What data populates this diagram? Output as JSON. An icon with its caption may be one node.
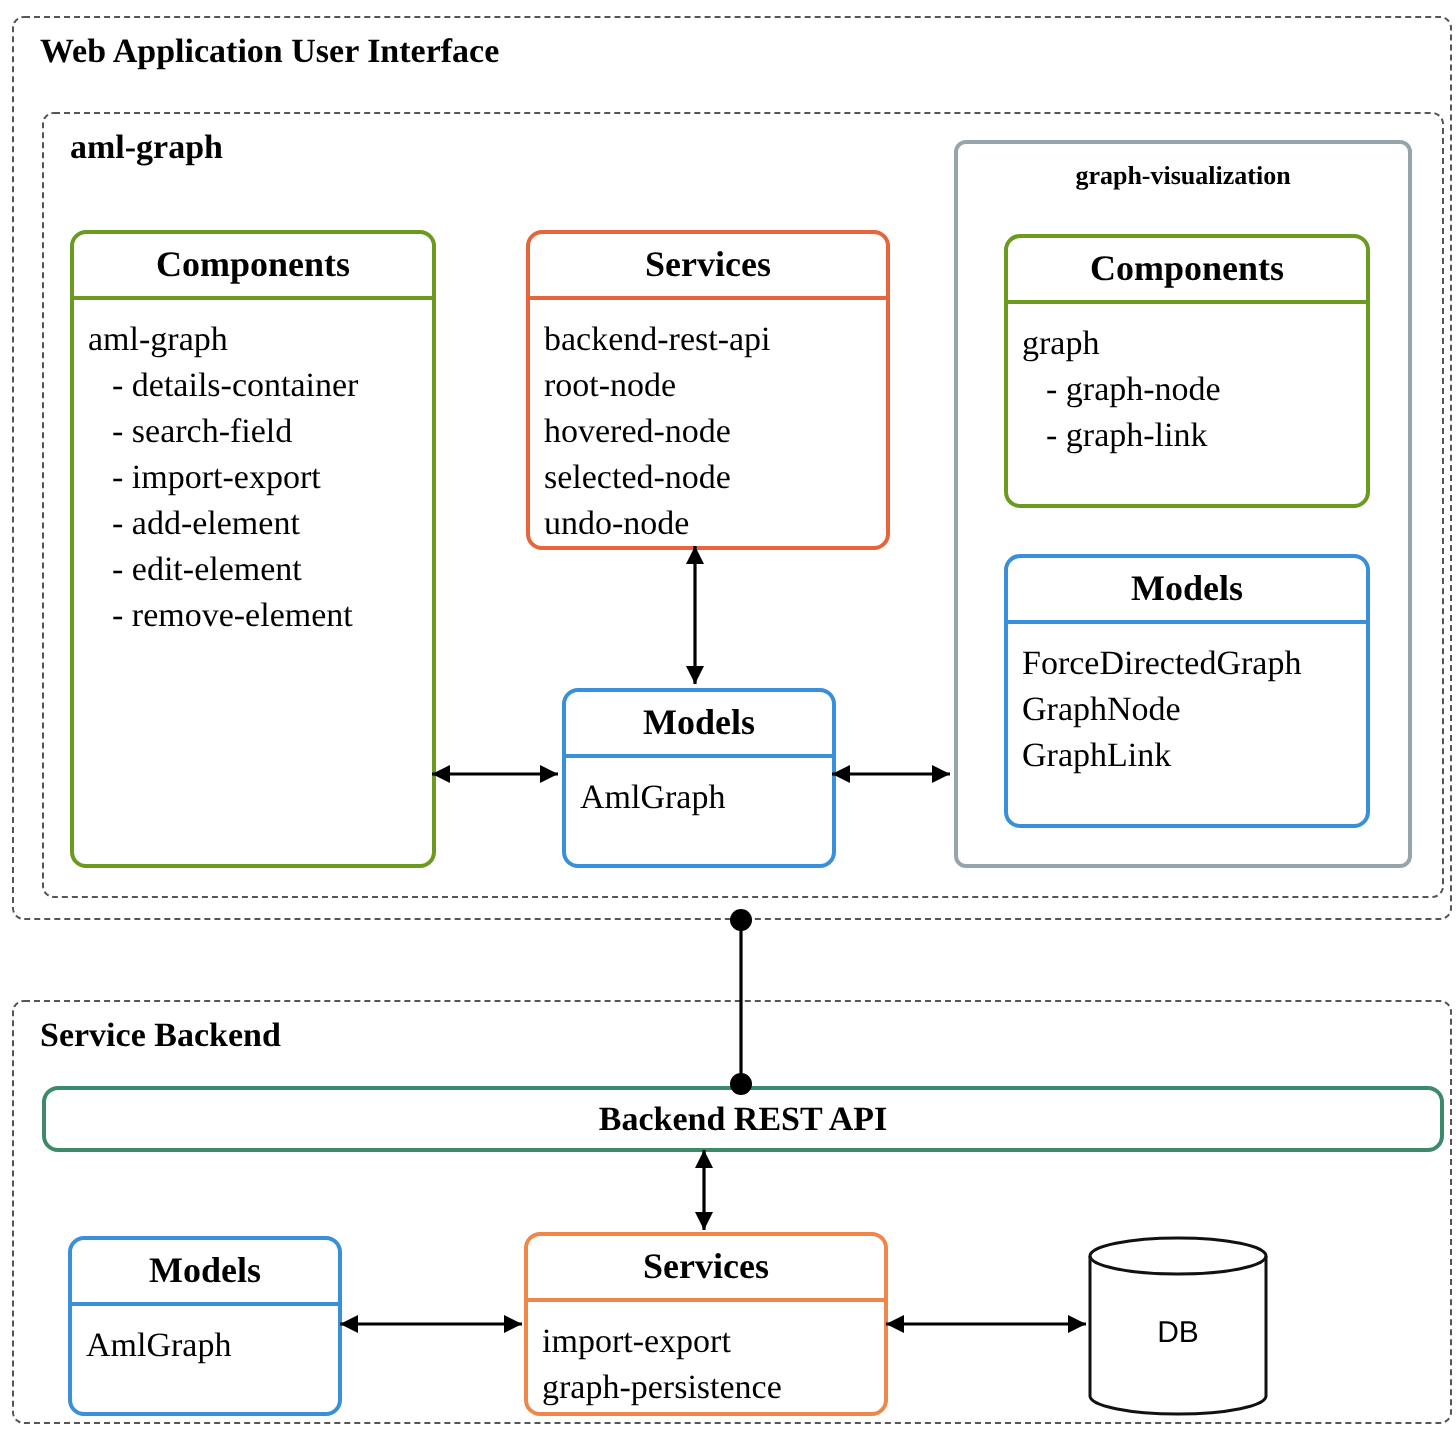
{
  "diagram": {
    "nodes": [
      {
        "text": [
          "Web Application User Interface"
        ]
      },
      {
        "text": [
          "aml-graph"
        ],
        "in": 0
      },
      {
        "text": [
          "Components",
          "aml-graph",
          "- details-container",
          "- search-field",
          "- import-export",
          "- add-element",
          "- edit-element",
          "- remove-element"
        ],
        "in": 1
      },
      {
        "text": [
          "Services",
          "backend-rest-api",
          "root-node",
          "hovered-node",
          "selected-node",
          "undo-node"
        ],
        "in": 1
      },
      {
        "text": [
          "Models",
          "AmlGraph"
        ],
        "in": 1
      },
      {
        "text": [
          "graph-visualization"
        ],
        "in": 1
      },
      {
        "text": [
          "Components",
          "graph",
          "- graph-node",
          "- graph-link"
        ],
        "in": 5
      },
      {
        "text": [
          "Models",
          "ForceDirectedGraph",
          "GraphNode",
          "GraphLink"
        ],
        "in": 5
      },
      {
        "text": [
          "Service Backend"
        ]
      },
      {
        "text": [
          "Backend REST API"
        ],
        "in": 8
      },
      {
        "text": [
          "Models",
          "AmlGraph"
        ],
        "in": 8
      },
      {
        "text": [
          "Services",
          "import-export",
          "graph-persistence"
        ],
        "in": 8
      },
      {
        "text": [
          "DB"
        ],
        "in": 8
      }
    ],
    "edges": [
      {
        "from": 3,
        "to": 4,
        "arrow": "both"
      },
      {
        "from": 2,
        "to": 4,
        "arrow": "both"
      },
      {
        "from": 4,
        "to": 5,
        "arrow": "both"
      },
      {
        "from": 0,
        "to": 9,
        "arrow": "other"
      },
      {
        "from": 9,
        "to": 11,
        "arrow": "both"
      },
      {
        "from": 10,
        "to": 11,
        "arrow": "both"
      },
      {
        "from": 11,
        "to": 12,
        "arrow": "both"
      }
    ]
  }
}
